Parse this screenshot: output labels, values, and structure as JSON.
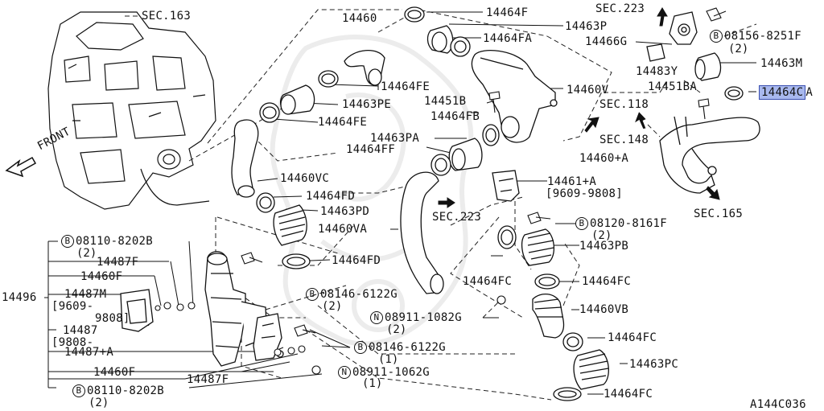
{
  "diagram_code": "A144C036",
  "highlight_color": "#a8b8ee",
  "front_label": "FRONT",
  "labels": {
    "sec163": "SEC.163",
    "p14460": "14460",
    "p14464f": "14464F",
    "p14463p": "14463P",
    "p14464fa": "14464FA",
    "sec223_top": "SEC.223",
    "p14466g": "14466G",
    "b08156_num": "08156-8251F",
    "b08156_qty": "(2)",
    "p14483y": "14483Y",
    "p14463m": "14463M",
    "p14451ba": "14451BA",
    "p14464c": "14464C",
    "p14464c_suffix": "A",
    "p14464fe": "14464FE",
    "p14463pe": "14463PE",
    "p14451b": "14451B",
    "p14460v": "14460V",
    "sec118": "SEC.118",
    "p14464fe2": "14464FE",
    "p14464fb": "14464FB",
    "sec148": "SEC.148",
    "p14463pa": "14463PA",
    "p14460plusa": "14460+A",
    "p14464ff": "14464FF",
    "p14460vc": "14460VC",
    "p14461plusa": "14461+A",
    "p14461_date": "[9609-9808]",
    "p14464fd": "14464FD",
    "sec223_mid": "SEC.223",
    "sec165": "SEC.165",
    "p14463pd": "14463PD",
    "p14460va": "14460VA",
    "b08120_num": "08120-8161F",
    "b08120_qty": "(2)",
    "b08110_top_num": "08110-8202B",
    "b08110_top_qty": "(2)",
    "p14487f": "14487F",
    "p14463pb": "14463PB",
    "p14464fd2": "14464FD",
    "p14460f": "14460F",
    "p14496": "14496",
    "p14487m": "14487M",
    "p14487m_date1": "[9609-",
    "p14487m_date2": "9808]",
    "b08146a_num": "08146-6122G",
    "b08146a_qty": "(2)",
    "p14464fc_a": "14464FC",
    "p14464fc_b": "14464FC",
    "n08911a_num": "08911-1082G",
    "n08911a_qty": "(2)",
    "p14460vb": "14460VB",
    "p14487": "14487",
    "p14487_date": "[9808-",
    "p14487plusa": "14487+A",
    "b08146b_num": "08146-6122G",
    "b08146b_qty": "(1)",
    "p14464fc_c": "14464FC",
    "p14460f2": "14460F",
    "p14487f2": "14487F",
    "n08911b_num": "08911-1062G",
    "n08911b_qty": "(1)",
    "p14463pc": "14463PC",
    "b08110_bot_num": "08110-8202B",
    "b08110_bot_qty": "(2)",
    "p14464fc_d": "14464FC"
  },
  "symbols": {
    "bolt_b": "B",
    "nut_n": "N"
  }
}
